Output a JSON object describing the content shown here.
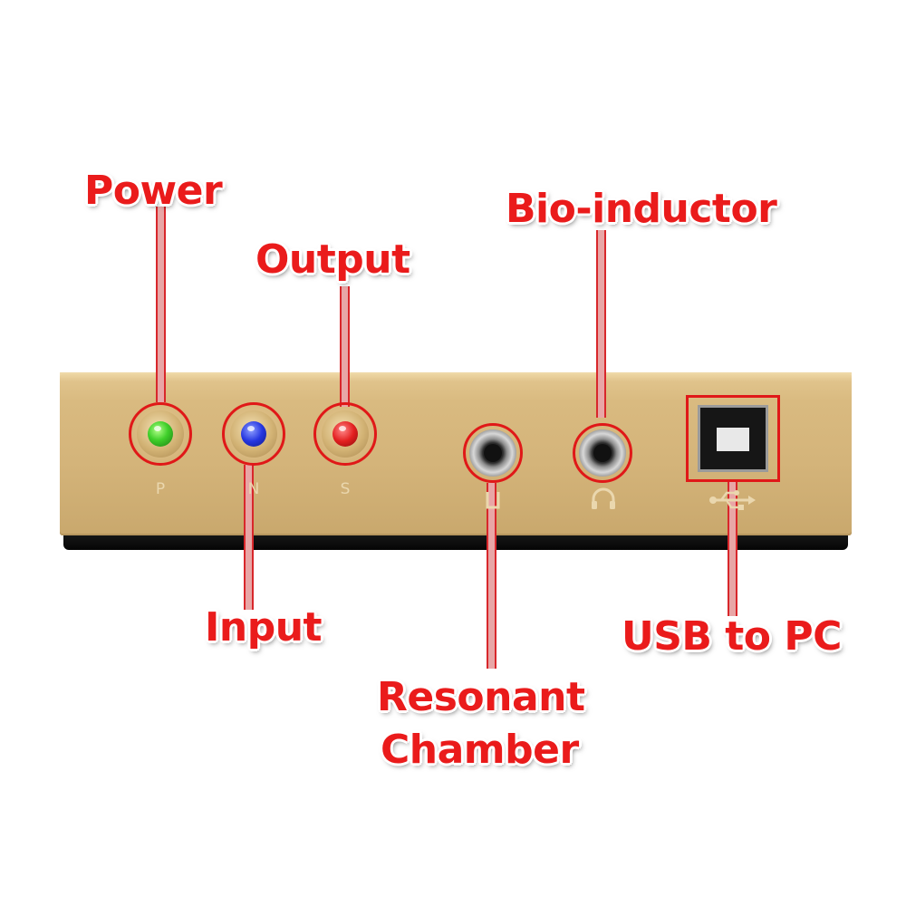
{
  "callouts": {
    "power": "Power",
    "output": "Output",
    "input": "Input",
    "bio_inductor": "Bio-inductor",
    "usb_to_pc": "USB to PC",
    "resonant_chamber_line1": "Resonant",
    "resonant_chamber_line2": "Chamber"
  },
  "panel_markings": {
    "led_1": "P",
    "led_2": "N",
    "led_3": "S"
  },
  "icons": {
    "jack_1": "chamber-symbol-icon",
    "jack_2": "headphones-icon",
    "usb": "usb-symbol-icon"
  },
  "leds": {
    "power_color": "#3fcf2a",
    "input_color": "#2536e0",
    "output_color": "#e32020"
  },
  "colors": {
    "label": "#ea1b1b",
    "highlight": "#e01818",
    "device_body": "#d6b77c"
  }
}
